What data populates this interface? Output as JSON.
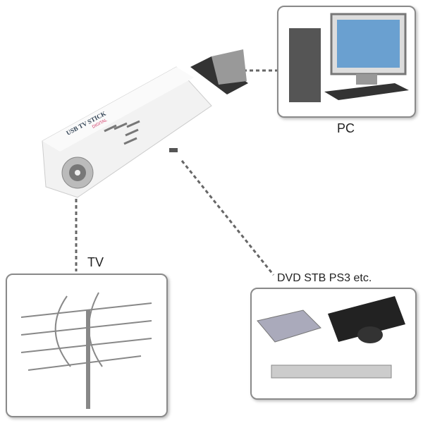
{
  "device": {
    "brand_text": "USB TV STICK",
    "sub_text": "DIGITAL"
  },
  "connections": [
    {
      "label": "PC"
    },
    {
      "label": "TV"
    },
    {
      "label": "DVD STB PS3 etc."
    }
  ]
}
